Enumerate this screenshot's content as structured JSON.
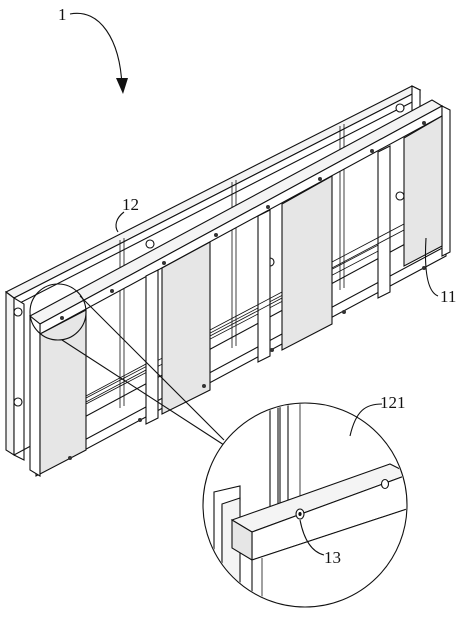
{
  "labels": {
    "assembly": "1",
    "panel": "11",
    "frame": "12",
    "beam": "121",
    "hole": "13"
  }
}
